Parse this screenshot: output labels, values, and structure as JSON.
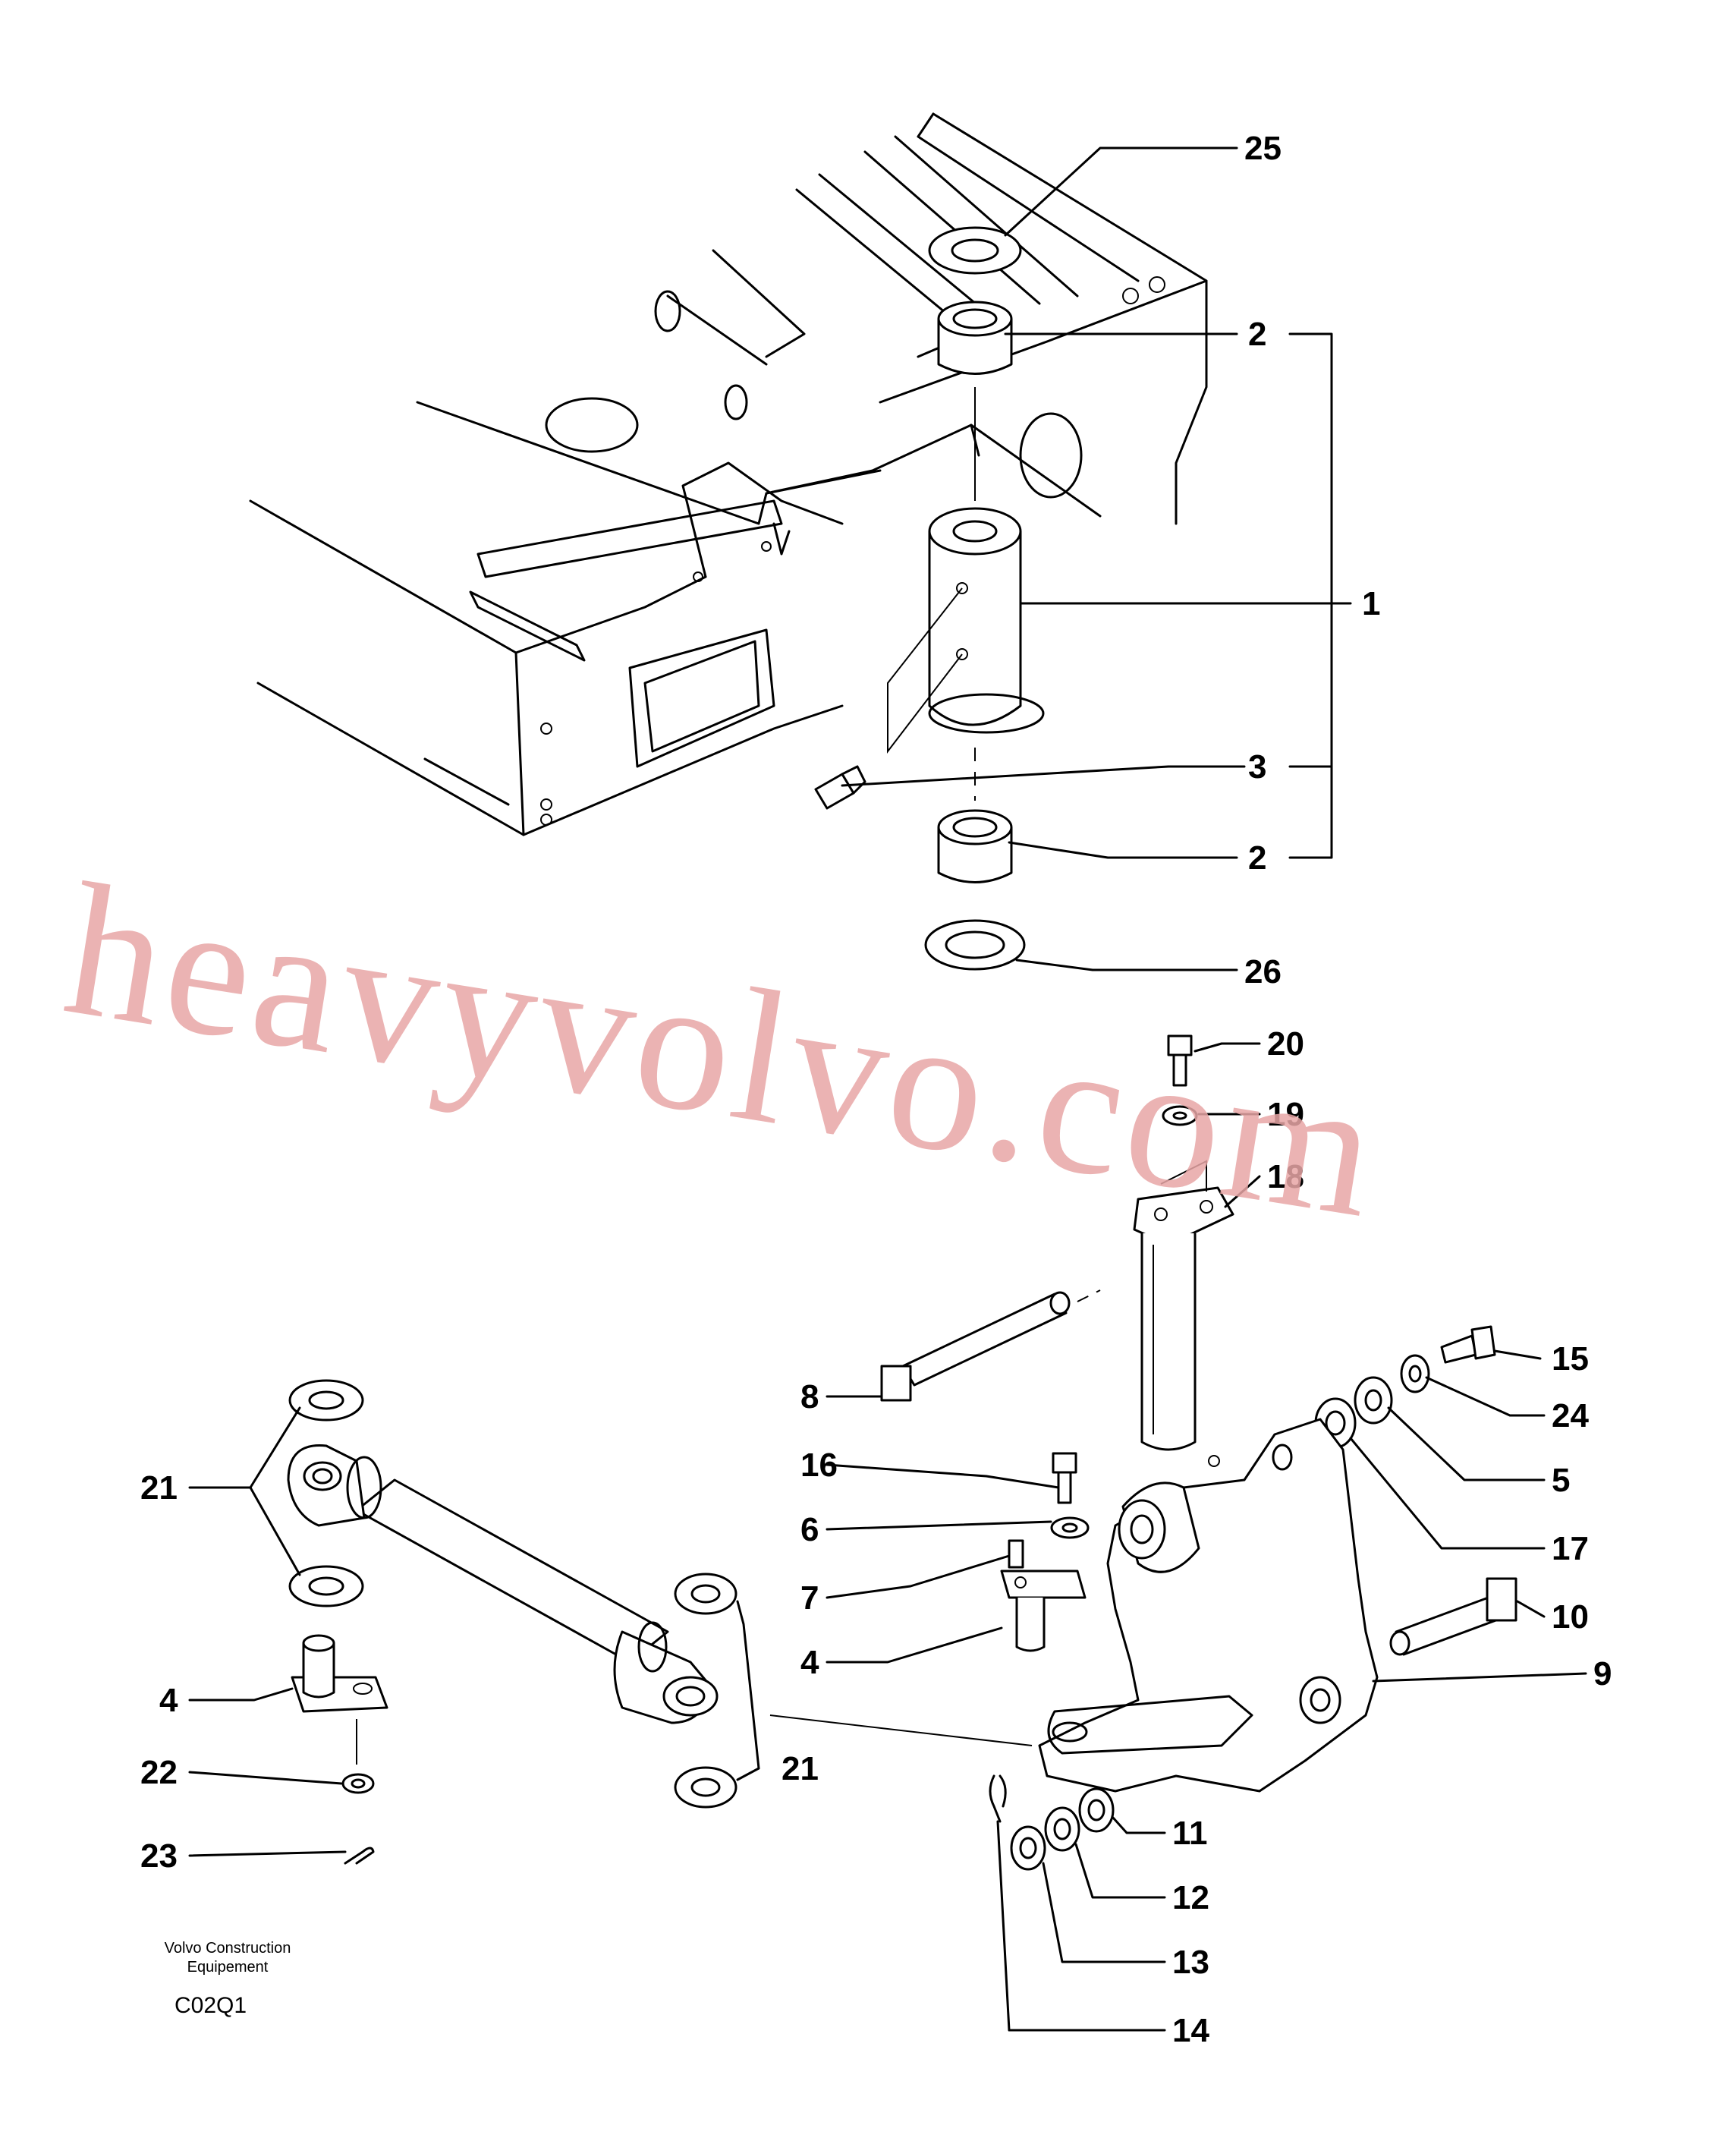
{
  "callouts": [
    "25",
    "2",
    "1",
    "3",
    "2",
    "26",
    "20",
    "19",
    "18",
    "8",
    "15",
    "24",
    "16",
    "5",
    "6",
    "17",
    "7",
    "10",
    "4",
    "9",
    "21",
    "4",
    "21",
    "22",
    "11",
    "23",
    "12",
    "13",
    "14"
  ],
  "footer": {
    "maker_line1": "Volvo Construction",
    "maker_line2": "Equipement",
    "drawing_code": "C02Q1"
  },
  "watermark": "heavyvolvo.com"
}
